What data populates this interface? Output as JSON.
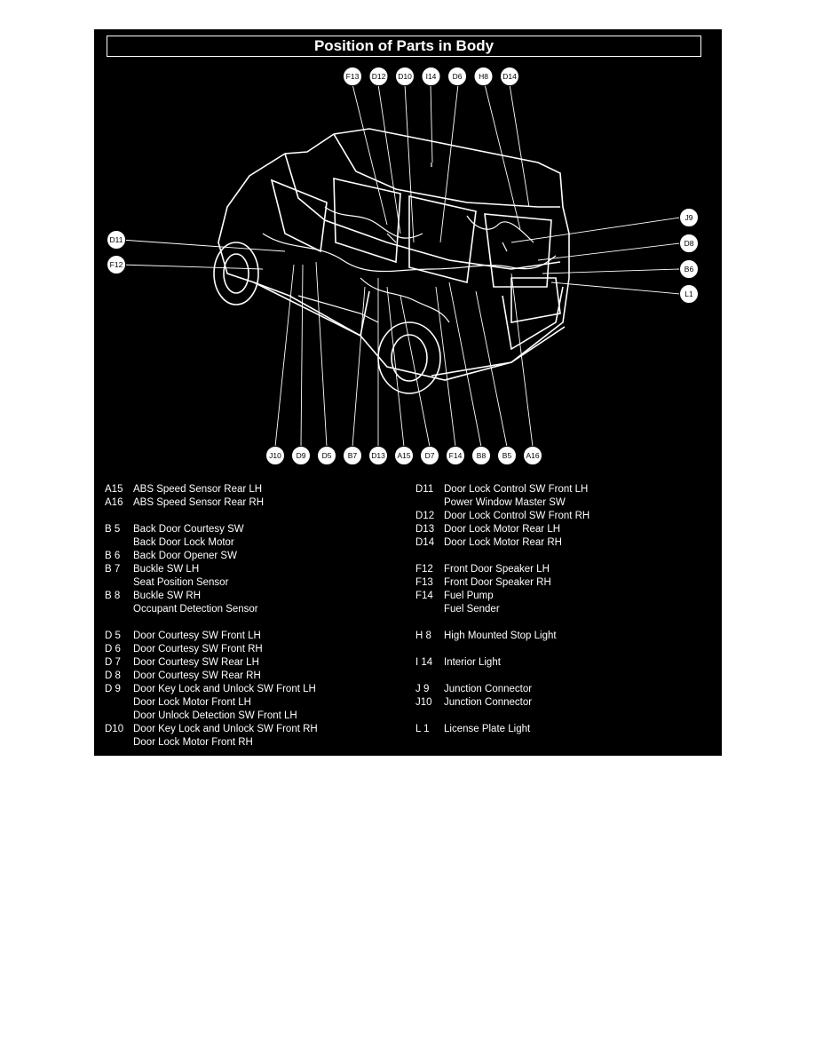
{
  "title": "Position of Parts in Body",
  "callouts": {
    "top": [
      "F13",
      "D12",
      "D10",
      "I14",
      "D6",
      "H8",
      "D14"
    ],
    "left": [
      "D11",
      "F12"
    ],
    "right": [
      "J9",
      "D8",
      "B6",
      "L1"
    ],
    "bottom": [
      "J10",
      "D9",
      "D5",
      "B7",
      "D13",
      "A15",
      "D7",
      "F14",
      "B8",
      "B5",
      "A16"
    ]
  },
  "legend_left": [
    {
      "code": "A15",
      "desc": "ABS Speed Sensor Rear LH"
    },
    {
      "code": "A16",
      "desc": "ABS Speed Sensor Rear RH"
    },
    {
      "code": "",
      "desc": ""
    },
    {
      "code": "B  5",
      "desc": "Back Door Courtesy SW"
    },
    {
      "code": "",
      "desc": "Back Door Lock Motor"
    },
    {
      "code": "B  6",
      "desc": "Back Door Opener SW"
    },
    {
      "code": "B  7",
      "desc": "Buckle SW LH"
    },
    {
      "code": "",
      "desc": "Seat Position Sensor"
    },
    {
      "code": "B  8",
      "desc": "Buckle SW RH"
    },
    {
      "code": "",
      "desc": "Occupant Detection Sensor"
    },
    {
      "code": "",
      "desc": ""
    },
    {
      "code": "D  5",
      "desc": "Door Courtesy SW Front LH"
    },
    {
      "code": "D  6",
      "desc": "Door Courtesy SW Front RH"
    },
    {
      "code": "D  7",
      "desc": "Door Courtesy SW Rear LH"
    },
    {
      "code": "D  8",
      "desc": "Door Courtesy SW Rear RH"
    },
    {
      "code": "D  9",
      "desc": "Door Key Lock and Unlock SW Front LH"
    },
    {
      "code": "",
      "desc": "Door Lock Motor Front LH"
    },
    {
      "code": "",
      "desc": "Door Unlock Detection SW Front LH"
    },
    {
      "code": "D10",
      "desc": "Door Key Lock and Unlock SW Front RH"
    },
    {
      "code": "",
      "desc": "Door Lock Motor Front RH"
    }
  ],
  "legend_right": [
    {
      "code": "D11",
      "desc": "Door Lock Control SW Front LH"
    },
    {
      "code": "",
      "desc": "Power Window Master SW"
    },
    {
      "code": "D12",
      "desc": "Door Lock Control SW Front RH"
    },
    {
      "code": "D13",
      "desc": "Door Lock Motor Rear LH"
    },
    {
      "code": "D14",
      "desc": "Door Lock Motor Rear RH"
    },
    {
      "code": "",
      "desc": ""
    },
    {
      "code": "F12",
      "desc": "Front Door Speaker LH"
    },
    {
      "code": "F13",
      "desc": "Front Door Speaker RH"
    },
    {
      "code": "F14",
      "desc": "Fuel Pump"
    },
    {
      "code": "",
      "desc": "Fuel Sender"
    },
    {
      "code": "",
      "desc": ""
    },
    {
      "code": "H  8",
      "desc": "High Mounted Stop Light"
    },
    {
      "code": "",
      "desc": ""
    },
    {
      "code": "I 14",
      "desc": "Interior Light"
    },
    {
      "code": "",
      "desc": ""
    },
    {
      "code": "J  9",
      "desc": "Junction Connector"
    },
    {
      "code": "J10",
      "desc": "Junction Connector"
    },
    {
      "code": "",
      "desc": ""
    },
    {
      "code": "L  1",
      "desc": "License Plate Light"
    }
  ]
}
